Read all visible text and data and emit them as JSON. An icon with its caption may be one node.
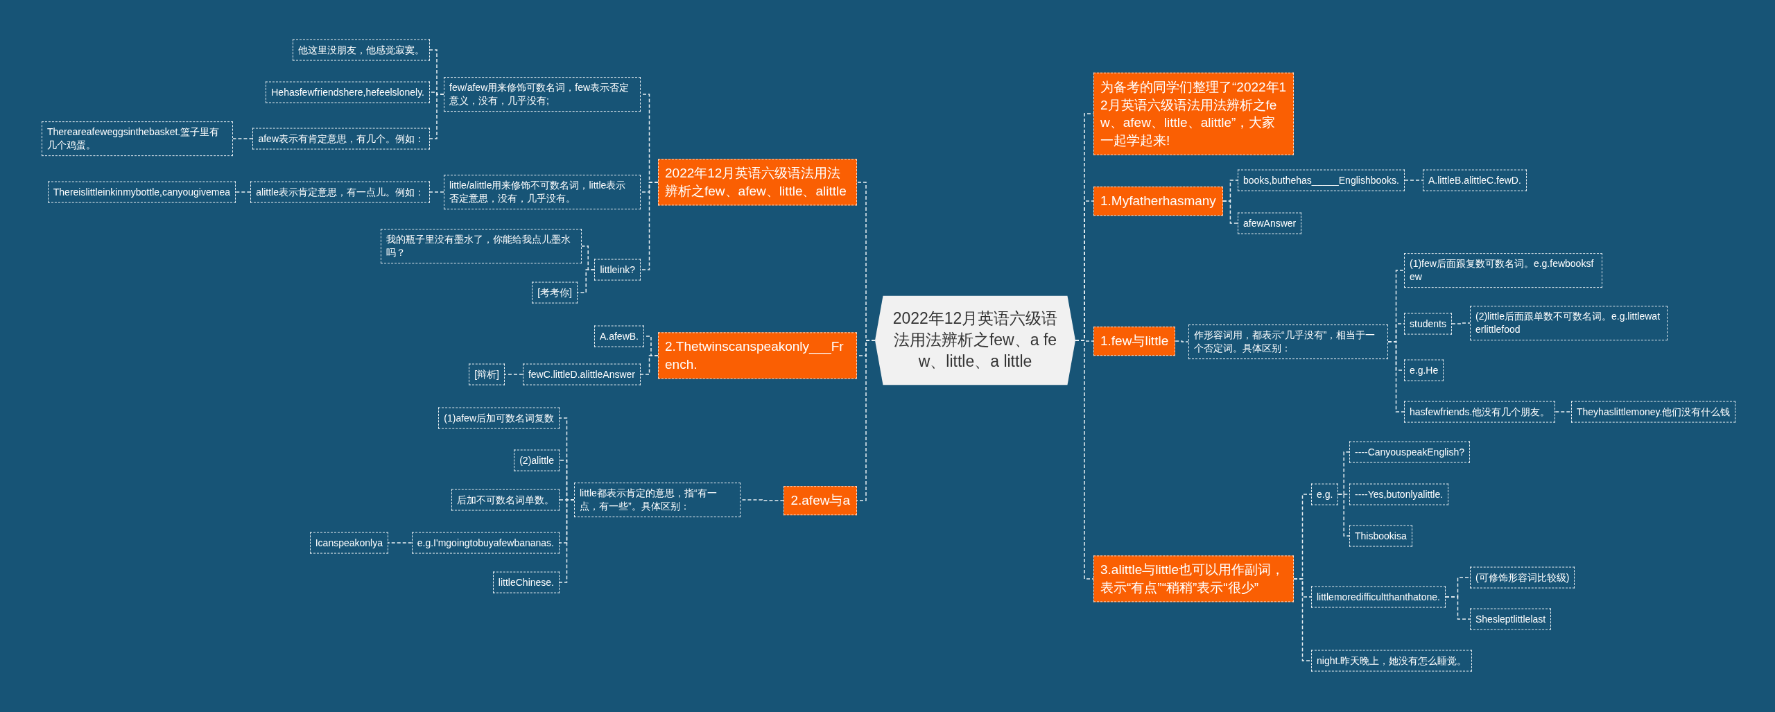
{
  "diagram": {
    "nodes": [
      {
        "text": [
          "2022年12月英语六级语法用法辨析之few、a few、little、a little"
        ]
      },
      {
        "text": [
          "为备考的同学们整理了“2022年12月英语六级语法用法辨析之few、afew、little、alittle”，大家一起学起来!"
        ]
      },
      {
        "text": [
          "1.Myfatherhasmany"
        ]
      },
      {
        "text": [
          "books,buthehas_____Englishbooks."
        ]
      },
      {
        "text": [
          "A.littleB.alittleC.fewD."
        ]
      },
      {
        "text": [
          "afewAnswer"
        ]
      },
      {
        "text": [
          "1.few与little"
        ]
      },
      {
        "text": [
          "作形容词用，都表示“几乎没有”，相当于一个否定词。具体区别："
        ]
      },
      {
        "text": [
          "(1)few后面跟复数可数名词。e.g.fewbooksfew"
        ]
      },
      {
        "text": [
          "students"
        ]
      },
      {
        "text": [
          "(2)little后面跟单数不可数名词。e.g.littlewaterlittlefood"
        ]
      },
      {
        "text": [
          "e.g.He"
        ]
      },
      {
        "text": [
          "hasfewfriends.他没有几个朋友。"
        ]
      },
      {
        "text": [
          "Theyhaslittlemoney.他们没有什么钱"
        ]
      },
      {
        "text": [
          "3.alittle与little也可以用作副词，表示“有点”“稍稍”表示“很少”"
        ]
      },
      {
        "text": [
          "e.g."
        ]
      },
      {
        "text": [
          "----CanyouspeakEnglish?"
        ]
      },
      {
        "text": [
          "----Yes,butonlyalittle."
        ]
      },
      {
        "text": [
          "Thisbookisa"
        ]
      },
      {
        "text": [
          "littlemoredifficultthanthatone."
        ]
      },
      {
        "text": [
          "(可修饰形容词比较级)"
        ]
      },
      {
        "text": [
          "Shesleptlittlelast"
        ]
      },
      {
        "text": [
          "night.昨天晚上，她没有怎么睡觉。"
        ]
      },
      {
        "text": [
          "2022年12月英语六级语法用法辨析之few、afew、little、alittle"
        ]
      },
      {
        "text": [
          "few/afew用来修饰可数名词，few表示否定意义，没有，几乎没有;"
        ]
      },
      {
        "text": [
          "他这里没朋友，他感觉寂寞。"
        ]
      },
      {
        "text": [
          "Hehasfewfriendshere,hefeelslonely."
        ]
      },
      {
        "text": [
          "afew表示有肯定意思，有几个。例如："
        ]
      },
      {
        "text": [
          "Thereareafeweggsinthebasket.篮子里有几个鸡蛋。"
        ]
      },
      {
        "text": [
          "little/alittle用来修饰不可数名词，little表示否定意思，没有，几乎没有。"
        ]
      },
      {
        "text": [
          "alittle表示肯定意思，有一点儿。例如："
        ]
      },
      {
        "text": [
          "Thereislittleinkinmybottle,canyougivemea"
        ]
      },
      {
        "text": [
          "littleink?"
        ]
      },
      {
        "text": [
          "我的瓶子里没有墨水了，你能给我点儿墨水吗？"
        ]
      },
      {
        "text": [
          "[考考你]"
        ]
      },
      {
        "text": [
          "2.Thetwinscanspeakonly___French."
        ]
      },
      {
        "text": [
          "A.afewB."
        ]
      },
      {
        "text": [
          "fewC.littleD.alittleAnswer"
        ]
      },
      {
        "text": [
          "[辩析]"
        ]
      },
      {
        "text": [
          "2.afew与a"
        ]
      },
      {
        "text": [
          "little都表示肯定的意思，指“有一点，有一些”。具体区别："
        ]
      },
      {
        "text": [
          "(1)afew后加可数名词复数"
        ]
      },
      {
        "text": [
          "(2)alittle"
        ]
      },
      {
        "text": [
          "后加不可数名词单数。"
        ]
      },
      {
        "text": [
          "e.g.I'mgoingtobuyafewbananas."
        ]
      },
      {
        "text": [
          "Icanspeakonlya"
        ]
      },
      {
        "text": [
          "littleChinese."
        ]
      }
    ],
    "edges": [
      {
        "from": 0,
        "to": 1,
        "arrow": "none"
      },
      {
        "from": 0,
        "to": 2,
        "arrow": "none"
      },
      {
        "from": 2,
        "to": 3,
        "arrow": "none"
      },
      {
        "from": 3,
        "to": 4,
        "arrow": "none"
      },
      {
        "from": 2,
        "to": 5,
        "arrow": "none"
      },
      {
        "from": 0,
        "to": 6,
        "arrow": "none"
      },
      {
        "from": 6,
        "to": 7,
        "arrow": "none"
      },
      {
        "from": 7,
        "to": 8,
        "arrow": "none"
      },
      {
        "from": 7,
        "to": 9,
        "arrow": "none"
      },
      {
        "from": 9,
        "to": 10,
        "arrow": "none"
      },
      {
        "from": 7,
        "to": 11,
        "arrow": "none"
      },
      {
        "from": 7,
        "to": 12,
        "arrow": "none"
      },
      {
        "from": 12,
        "to": 13,
        "arrow": "none"
      },
      {
        "from": 0,
        "to": 14,
        "arrow": "none"
      },
      {
        "from": 14,
        "to": 15,
        "arrow": "none"
      },
      {
        "from": 15,
        "to": 16,
        "arrow": "none"
      },
      {
        "from": 15,
        "to": 17,
        "arrow": "none"
      },
      {
        "from": 15,
        "to": 18,
        "arrow": "none"
      },
      {
        "from": 14,
        "to": 19,
        "arrow": "none"
      },
      {
        "from": 19,
        "to": 20,
        "arrow": "none"
      },
      {
        "from": 19,
        "to": 21,
        "arrow": "none"
      },
      {
        "from": 14,
        "to": 22,
        "arrow": "none"
      },
      {
        "from": 0,
        "to": 23,
        "arrow": "none"
      },
      {
        "from": 23,
        "to": 24,
        "arrow": "none"
      },
      {
        "from": 24,
        "to": 25,
        "arrow": "none"
      },
      {
        "from": 24,
        "to": 26,
        "arrow": "none"
      },
      {
        "from": 24,
        "to": 27,
        "arrow": "none"
      },
      {
        "from": 27,
        "to": 28,
        "arrow": "none"
      },
      {
        "from": 23,
        "to": 29,
        "arrow": "none"
      },
      {
        "from": 29,
        "to": 30,
        "arrow": "none"
      },
      {
        "from": 30,
        "to": 31,
        "arrow": "none"
      },
      {
        "from": 23,
        "to": 32,
        "arrow": "none"
      },
      {
        "from": 32,
        "to": 33,
        "arrow": "none"
      },
      {
        "from": 32,
        "to": 34,
        "arrow": "none"
      },
      {
        "from": 0,
        "to": 35,
        "arrow": "none"
      },
      {
        "from": 35,
        "to": 36,
        "arrow": "none"
      },
      {
        "from": 35,
        "to": 37,
        "arrow": "none"
      },
      {
        "from": 37,
        "to": 38,
        "arrow": "none"
      },
      {
        "from": 0,
        "to": 39,
        "arrow": "none"
      },
      {
        "from": 39,
        "to": 40,
        "arrow": "none"
      },
      {
        "from": 40,
        "to": 41,
        "arrow": "none"
      },
      {
        "from": 40,
        "to": 42,
        "arrow": "none"
      },
      {
        "from": 40,
        "to": 43,
        "arrow": "none"
      },
      {
        "from": 40,
        "to": 44,
        "arrow": "none"
      },
      {
        "from": 44,
        "to": 45,
        "arrow": "none"
      },
      {
        "from": 40,
        "to": 46,
        "arrow": "none"
      }
    ]
  }
}
